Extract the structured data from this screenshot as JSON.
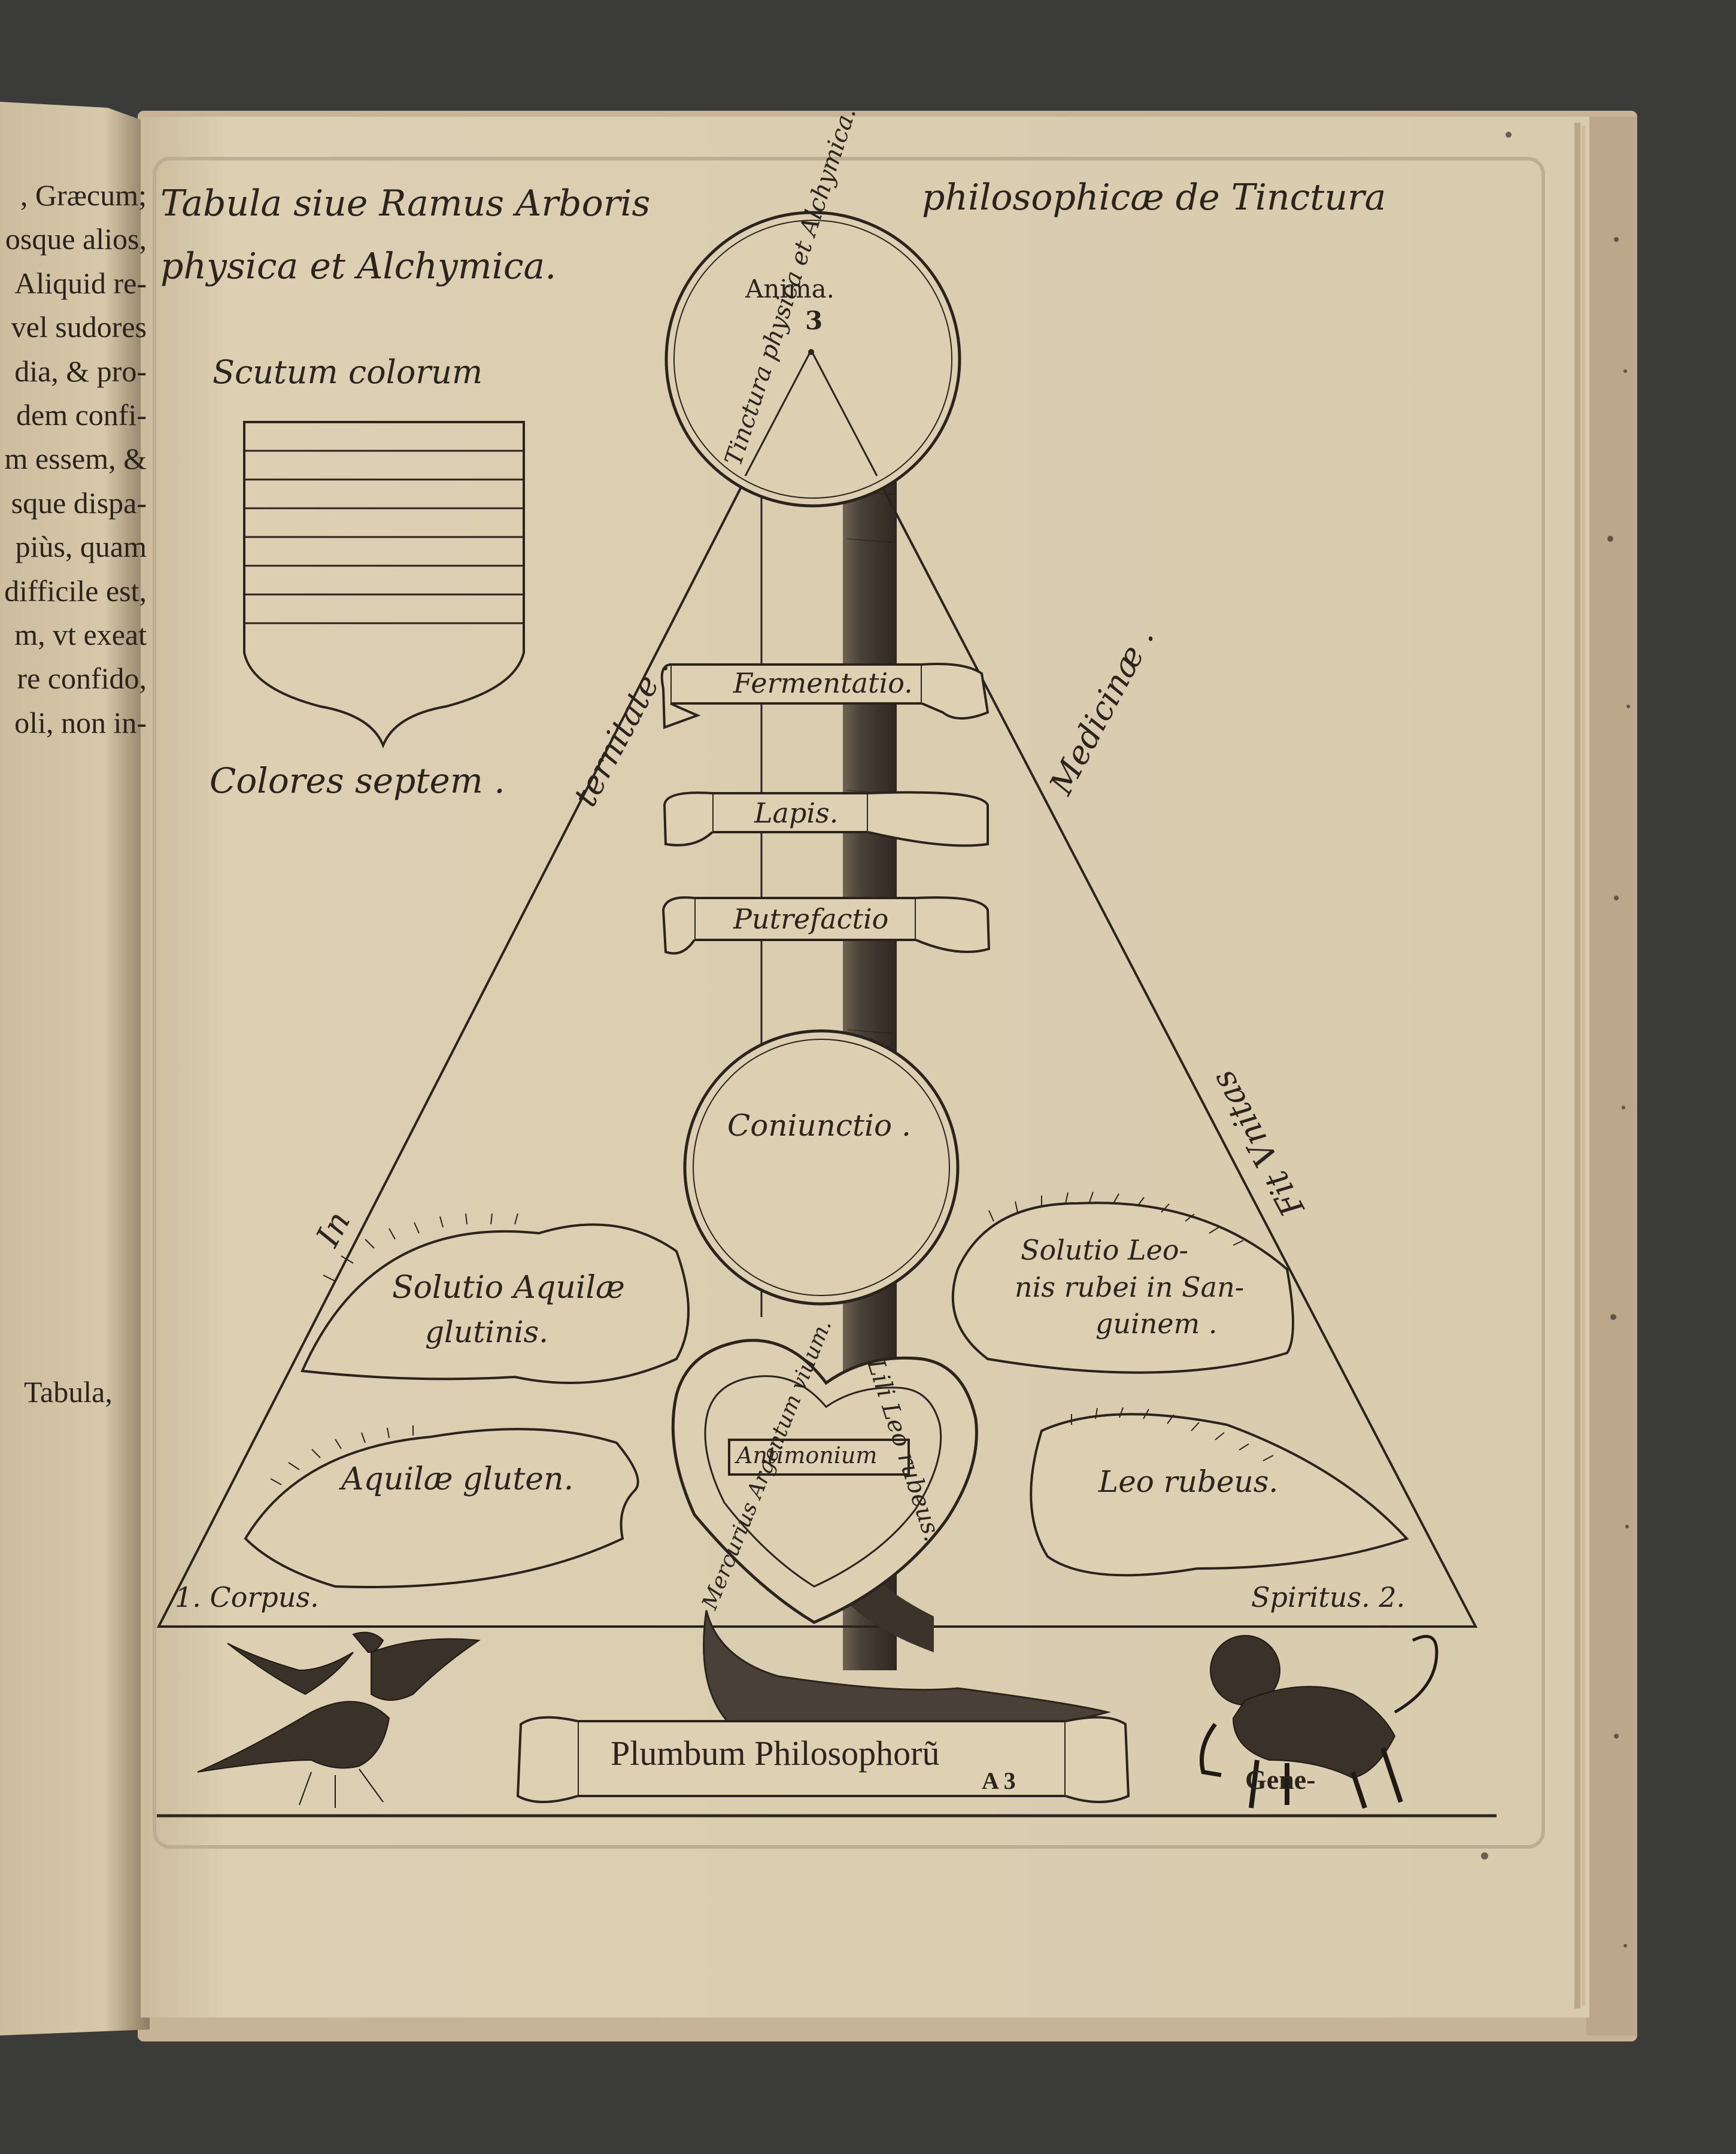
{
  "header": {
    "title_line1": "Tabula siue Ramus Arboris",
    "title_line2": "physica et Alchymica.",
    "title_right": "philosophicæ de Tinctura"
  },
  "left_page": {
    "lines": [
      ", Græcum;",
      "osque alios,",
      "Aliquid re-",
      "vel sudores",
      "dia, & pro-",
      "dem confi-",
      "m essem, &",
      "sque dispa-",
      "piùs, quam",
      "difficile est,",
      "m, vt exeat",
      "re confido,",
      "oli, non in-"
    ],
    "catchword": "Tabula,"
  },
  "shield": {
    "title": "Scutum colorum",
    "caption": "Colores septem ."
  },
  "apex_circle": {
    "ring_text": "Tinctura physica et Alchymica.",
    "label": "Anima.",
    "number": "3"
  },
  "triangle": {
    "left_side_words": [
      "In",
      "ternitate ."
    ],
    "right_side_words": [
      "Fit Vnitas",
      "Medicinæ ."
    ],
    "corner_left": "1. Corpus.",
    "corner_right": "Spiritus. 2."
  },
  "trunk_scrolls": [
    "Fermentatio.",
    "Lapis.",
    "Putrefactio"
  ],
  "center_circle": "Coniunctio .",
  "wings": {
    "upper_left": [
      "Solutio Aquilæ",
      "glutinis."
    ],
    "lower_left": "Aquilæ gluten.",
    "upper_right": [
      "Solutio Leo-",
      "nis rubei in San-",
      "guinem ."
    ],
    "lower_right": "Leo rubeus."
  },
  "heart": {
    "left_text": "Mercurius Argentum viuum.",
    "right_text": "Lili Leo rubeus.",
    "label": "Antimonium"
  },
  "root_scroll": "Plumbum Philosophorũ",
  "signature": "A 3",
  "catchword": "Gene-",
  "colors": {
    "paper": "#ddd0b4",
    "ink": "#2b241c",
    "background": "#3d3d3b"
  }
}
